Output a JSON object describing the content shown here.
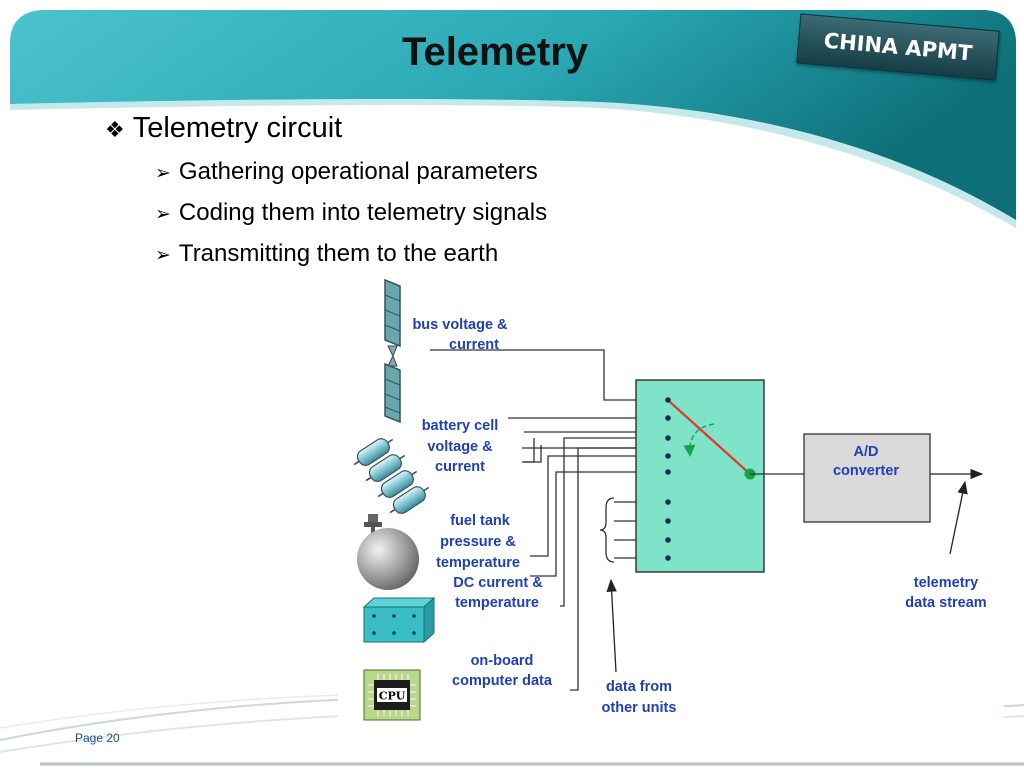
{
  "slide": {
    "title": "Telemetry",
    "logo_text": "CHINA APMT",
    "page_label": "Page 20",
    "accent_color": "#2aa9b5",
    "dark_accent_color": "#0d6f78"
  },
  "bullets": {
    "main": {
      "symbol": "❖",
      "text": "Telemetry circuit"
    },
    "sub_symbol": "➢",
    "sub": [
      "Gathering operational parameters",
      "Coding them into telemetry signals",
      "Transmitting them to the earth"
    ]
  },
  "diagram": {
    "label_color": "#1f3fb5",
    "switch_color": "#7ee3c8",
    "adc_color": "#d9d9d9",
    "pointer_color": "#e03a2a",
    "node_color": "#17a34a",
    "sources": {
      "bus_voltage": [
        "bus voltage &",
        "current"
      ],
      "battery": [
        "battery cell",
        "voltage &",
        "current"
      ],
      "fuel_tank": [
        "fuel tank",
        "pressure &",
        "temperature"
      ],
      "dc_current": [
        "DC current &",
        "temperature"
      ],
      "computer": [
        "on-board",
        "computer data"
      ]
    },
    "adc": [
      "A/D",
      "converter"
    ],
    "stream": [
      "telemetry",
      "data stream"
    ],
    "other_units": [
      "data from",
      "other units"
    ],
    "cpu_text": "CPU",
    "icons": [
      "solar-panel-icon",
      "battery-cells-icon",
      "fuel-tank-icon",
      "dc-box-icon",
      "cpu-chip-icon"
    ]
  }
}
